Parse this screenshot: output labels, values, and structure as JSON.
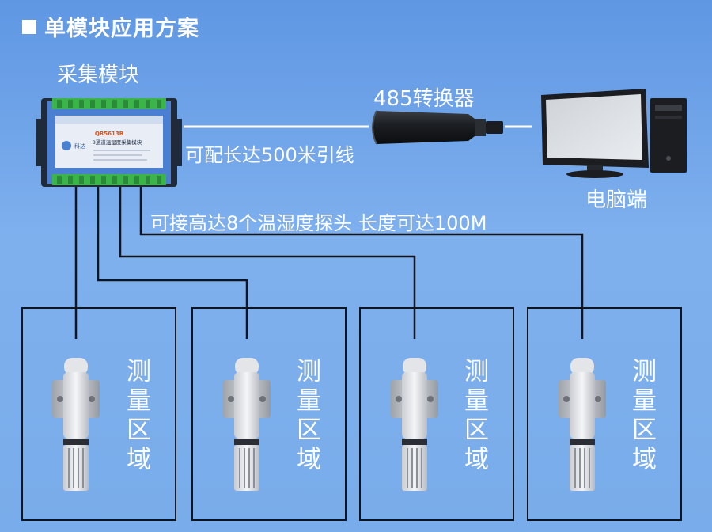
{
  "header": {
    "title": "单模块应用方案"
  },
  "labels": {
    "module": "采集模块",
    "converter": "485转换器",
    "pc": "电脑端",
    "cable_note": "可配长达500米引线",
    "probe_note": "可接高达8个温湿度探头 长度可达100M"
  },
  "module_face": {
    "model": "QR5613B",
    "name": "8通道温湿度采集模块",
    "brand": "科达"
  },
  "zones": [
    {
      "label": "测量区域"
    },
    {
      "label": "测量区域"
    },
    {
      "label": "测量区域"
    },
    {
      "label": "测量区域"
    }
  ],
  "colors": {
    "background_top": "#5f97e3",
    "background_bottom": "#79acea",
    "line": "#0e1420",
    "text": "#ffffff",
    "module_body": "#4b7fd1",
    "terminal_green": "#3bb54a"
  }
}
